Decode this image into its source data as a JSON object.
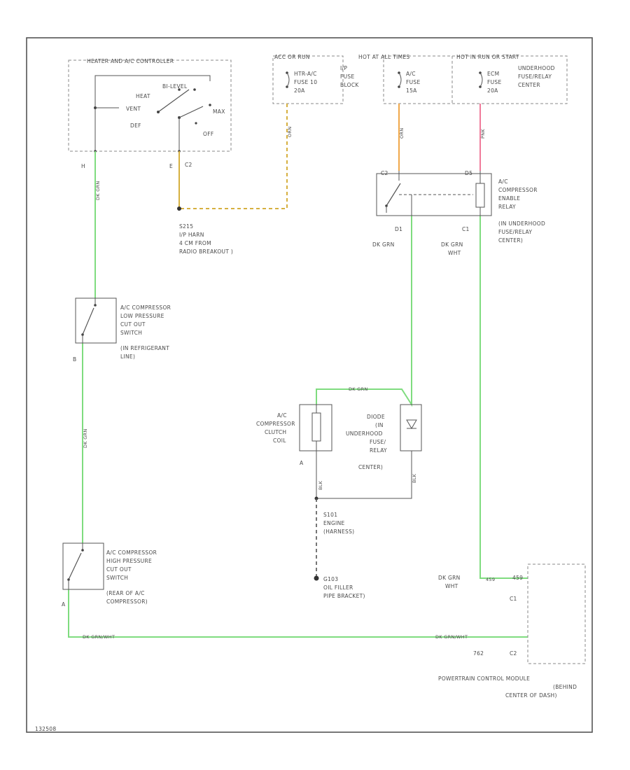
{
  "colors": {
    "wire_green": "#7fdc7f",
    "wire_orange": "#f0a84a",
    "wire_pink": "#f07a9a",
    "wire_yellow_dash": "#d6b040",
    "line_gray": "#555555",
    "dash_gray": "#8a8a8a"
  },
  "diagram_id": "132508",
  "controller": {
    "title": "HEATER AND A/C CONTROLLER",
    "heat": "HEAT",
    "bi_level": "BI-LEVEL",
    "vent": "VENT",
    "max": "MAX",
    "def": "DEF",
    "off": "OFF",
    "pin_h": "H",
    "pin_e": "E",
    "conn_c2": "C2"
  },
  "fuses": {
    "header_acc_run": "ACC OR RUN",
    "header_hot_all": "HOT AT ALL TIMES",
    "header_hot_run_start": "HOT IN RUN OR START",
    "ip_fuse_label": [
      "HTR-A/C",
      "FUSE 10",
      "20A"
    ],
    "ip_fuse_block": [
      "I/P",
      "FUSE",
      "BLOCK"
    ],
    "ac_fuse_label": [
      "A/C",
      "FUSE",
      "15A"
    ],
    "ecm_fuse_label": [
      "ECM",
      "FUSE",
      "20A"
    ],
    "underhood_label": [
      "UNDERHOOD",
      "FUSE/RELAY",
      "CENTER"
    ],
    "wire_ip": "ORN",
    "wire_ac": "ORN",
    "wire_ecm": "PNK"
  },
  "splice_s215": [
    "S215",
    "I/P HARN",
    "4 CM FROM",
    "RADIO BREAKOUT )"
  ],
  "relay": {
    "label": [
      "A/C",
      "COMPRESSOR",
      "ENABLE",
      "RELAY",
      "(IN UNDERHOOD",
      "FUSE/RELAY",
      "CENTER)"
    ],
    "pin_c2_left": "C2",
    "pin_d5": "D5",
    "pin_d1_left": "D1",
    "pin_c1_right": "C1",
    "wire_left": "DK GRN",
    "wire_right": [
      "DK GRN",
      "WHT"
    ]
  },
  "low_switch": {
    "label": [
      "A/C COMPRESSOR",
      "LOW PRESSURE",
      "CUT OUT",
      "SWITCH",
      "(IN REFRIGERANT",
      "LINE)"
    ],
    "pin_b": "B",
    "wire": "DK GRN"
  },
  "clutch": {
    "label": [
      "A/C",
      "COMPRESSOR",
      "CLUTCH",
      "COIL"
    ],
    "pin_a": "A",
    "wire_top": "DK GRN",
    "wire_bottom": "BLK"
  },
  "diode": {
    "label": [
      "DIODE",
      "(IN",
      "UNDERHOOD",
      "FUSE/",
      "RELAY",
      "CENTER)"
    ],
    "wire_bottom": "BLK"
  },
  "splice_s101": [
    "S101",
    "ENGINE",
    "(HARNESS)"
  ],
  "ground_g103": [
    "G103",
    "OIL FILLER",
    "PIPE BRACKET)"
  ],
  "high_switch": {
    "label": [
      "A/C COMPRESSOR",
      "HIGH PRESSURE",
      "CUT OUT",
      "SWITCH",
      "(REAR OF A/C",
      "COMPRESSOR)"
    ],
    "pin_a": "A",
    "wire_bottom": "DK GRN/WHT"
  },
  "pcm": {
    "wire_in": [
      "DK GRN",
      "WHT"
    ],
    "wire_bottom": "DK GRN/WHT",
    "pin_459": "459",
    "pin_c1": "C1",
    "pin_c2": "C2",
    "pin_762": "762",
    "label": [
      "POWERTRAIN CONTROL MODULE",
      "(BEHIND",
      "CENTER OF DASH)"
    ]
  }
}
